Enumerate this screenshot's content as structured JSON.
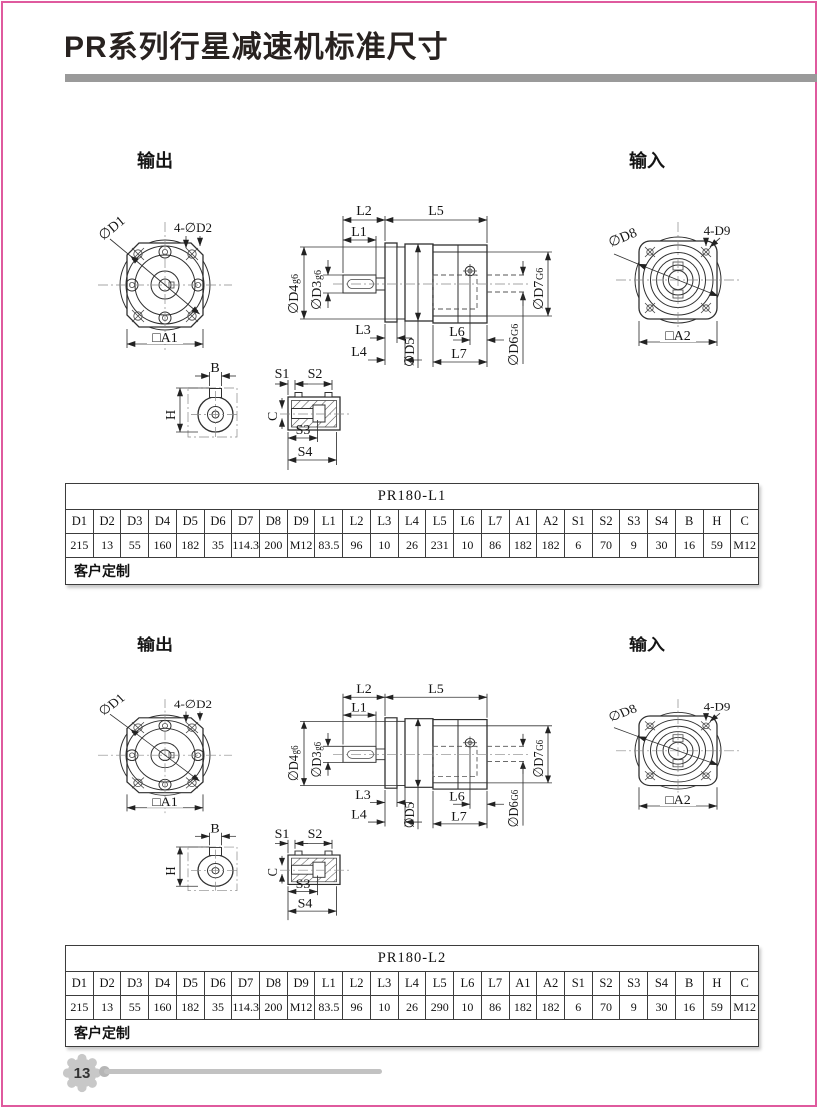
{
  "page": {
    "title": "PR系列行星减速机标准尺寸",
    "page_number": "13"
  },
  "drawing_labels": {
    "output": "输出",
    "input": "输入",
    "d1": "∅D1",
    "d2": "4-∅D2",
    "a1": "□A1",
    "d8": "∅D8",
    "d9": "4-D9",
    "a2": "□A2",
    "l1": "L1",
    "l2": "L2",
    "l3": "L3",
    "l4": "L4",
    "l5": "L5",
    "l6": "L6",
    "l7": "L7",
    "d3": "∅D3",
    "d3_tol": "g6",
    "d4": "∅D4",
    "d4_tol": "g6",
    "d5": "∅D5",
    "d6": "∅D6",
    "d6_tol": "G6",
    "d7": "∅D7",
    "d7_tol": "G6",
    "b": "B",
    "h": "H",
    "c": "C",
    "s1": "S1",
    "s2": "S2",
    "s3": "S3",
    "s4": "S4"
  },
  "sections": [
    {
      "table": {
        "title": "PR180-L1",
        "headers": [
          "D1",
          "D2",
          "D3",
          "D4",
          "D5",
          "D6",
          "D7",
          "D8",
          "D9",
          "L1",
          "L2",
          "L3",
          "L4",
          "L5",
          "L6",
          "L7",
          "A1",
          "A2",
          "S1",
          "S2",
          "S3",
          "S4",
          "B",
          "H",
          "C"
        ],
        "values": [
          "215",
          "13",
          "55",
          "160",
          "182",
          "35",
          "114.3",
          "200",
          "M12",
          "83.5",
          "96",
          "10",
          "26",
          "231",
          "10",
          "86",
          "182",
          "182",
          "6",
          "70",
          "9",
          "30",
          "16",
          "59",
          "M12"
        ],
        "note": "客户定制"
      }
    },
    {
      "table": {
        "title": "PR180-L2",
        "headers": [
          "D1",
          "D2",
          "D3",
          "D4",
          "D5",
          "D6",
          "D7",
          "D8",
          "D9",
          "L1",
          "L2",
          "L3",
          "L4",
          "L5",
          "L6",
          "L7",
          "A1",
          "A2",
          "S1",
          "S2",
          "S3",
          "S4",
          "B",
          "H",
          "C"
        ],
        "values": [
          "215",
          "13",
          "55",
          "160",
          "182",
          "35",
          "114.3",
          "200",
          "M12",
          "83.5",
          "96",
          "10",
          "26",
          "290",
          "10",
          "86",
          "182",
          "182",
          "6",
          "70",
          "9",
          "30",
          "16",
          "59",
          "M12"
        ],
        "note": "客户定制"
      }
    }
  ]
}
